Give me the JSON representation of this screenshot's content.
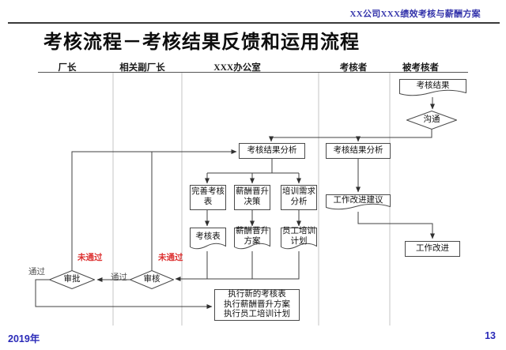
{
  "header": {
    "brand": "XX公司XXX绩效考核与薪酬方案"
  },
  "title": "考核流程－考核结果反馈和运用流程",
  "lanes": [
    {
      "label": "厂长"
    },
    {
      "label": "相关副厂长"
    },
    {
      "label": "XXX办公室"
    },
    {
      "label": "考核者"
    },
    {
      "label": "被考核者"
    }
  ],
  "nodes": {
    "assessment_result": "考核结果",
    "communicate": "沟通",
    "result_analysis_office": "考核结果分析",
    "result_analysis_assessor": "考核结果分析",
    "improve_assessment_form": "完善考核表",
    "salary_promotion_decision": "薪酬晋升决策",
    "training_needs_analysis": "培训需求分析",
    "assessment_form": "考核表",
    "salary_promotion_plan": "薪酬晋升方案",
    "employee_training_plan": "员工培训计划",
    "work_improvement_suggestion": "工作改进建议",
    "work_improvement": "工作改进",
    "approval": "审批",
    "review": "审核",
    "execute": [
      "执行新的考核表",
      "执行薪酬晋升方案",
      "执行员工培训计划"
    ]
  },
  "edge_labels": {
    "pass": "通过",
    "fail": "未通过"
  },
  "footer": {
    "year": "2019年",
    "page": "13"
  },
  "colors": {
    "accent_blue": "#3232aa",
    "fail_red": "#dd3333",
    "line": "#404040"
  }
}
